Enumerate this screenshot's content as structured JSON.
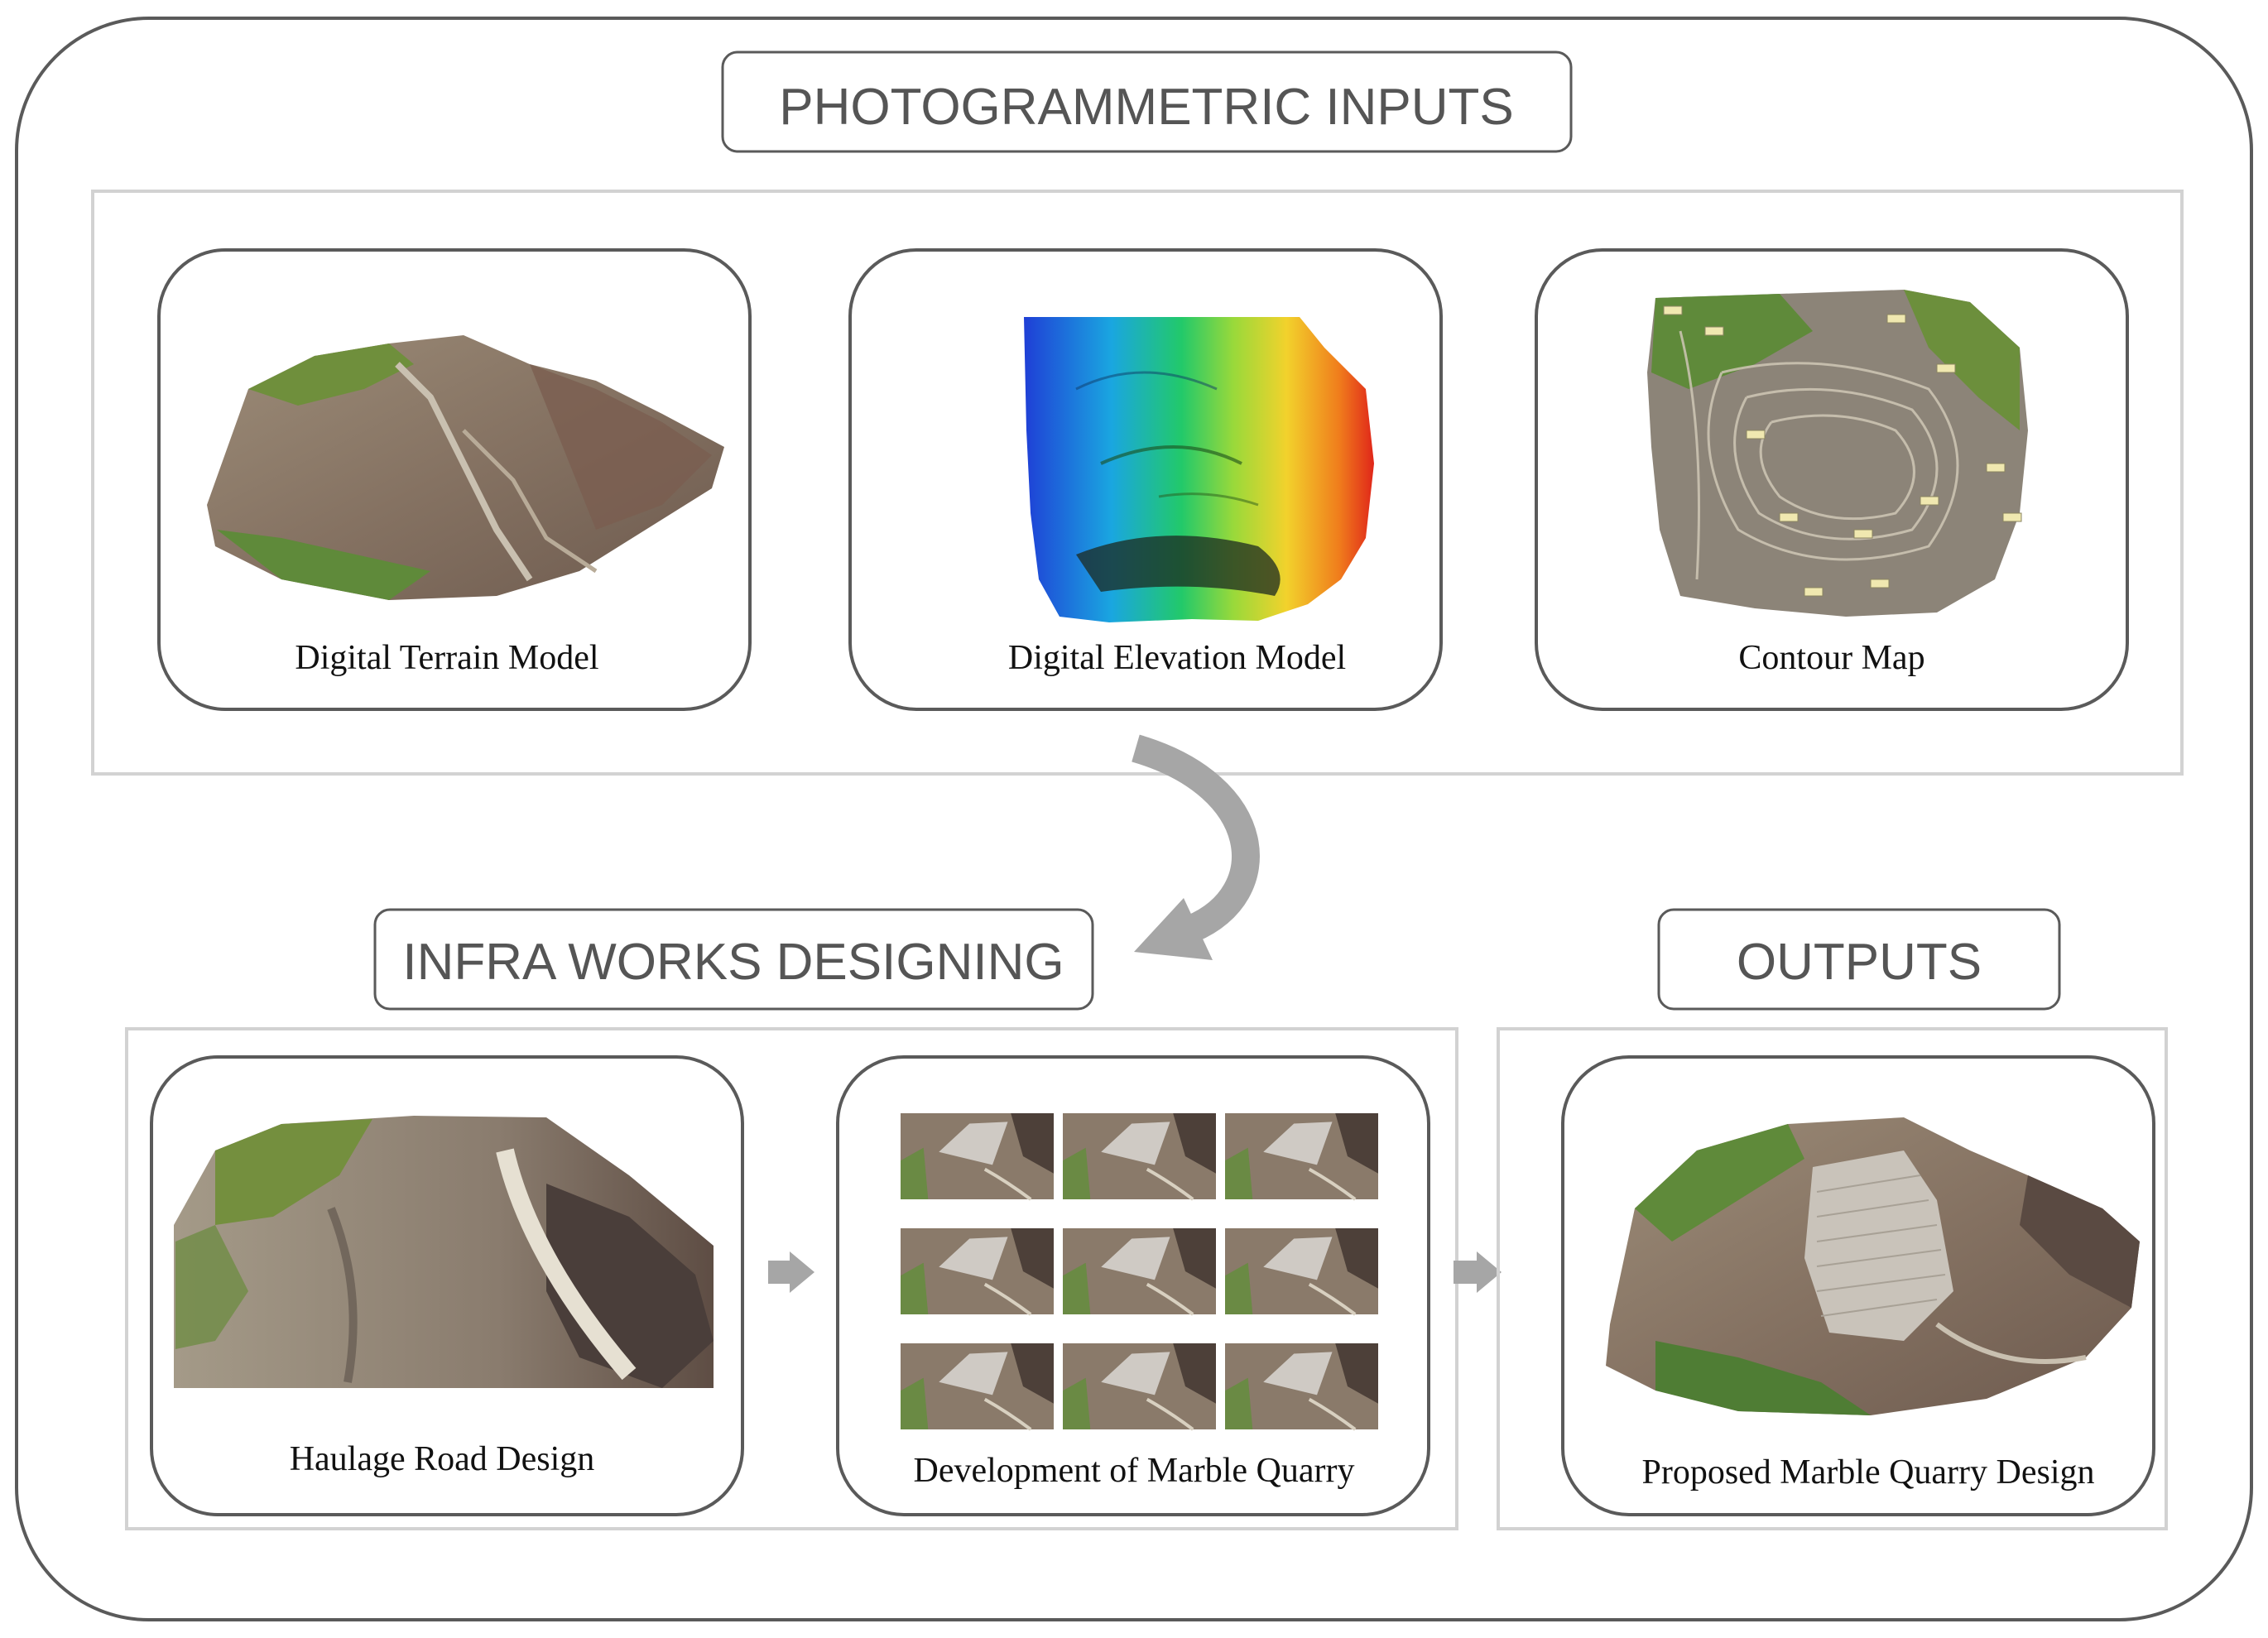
{
  "sections": {
    "inputs": {
      "title": "PHOTOGRAMMETRIC INPUTS",
      "cards": [
        {
          "label": "Digital Terrain Model"
        },
        {
          "label": "Digital Elevation Model"
        },
        {
          "label": "Contour Map"
        }
      ]
    },
    "design": {
      "title": "INFRA WORKS DESIGNING",
      "cards": [
        {
          "label": "Haulage Road Design"
        },
        {
          "label": "Development of Marble Quarry"
        }
      ]
    },
    "outputs": {
      "title": "OUTPUTS",
      "cards": [
        {
          "label": "Proposed Marble Quarry Design"
        }
      ]
    }
  },
  "icons": [
    "curved-arrow-icon",
    "right-arrow-icon"
  ],
  "colors": {
    "outline": "#5a5a5a",
    "panel_border": "#cfcfcf",
    "arrow": "#a6a6a6",
    "terrain_brown": "#8b7560",
    "vegetation_green": "#6f8f3c"
  }
}
